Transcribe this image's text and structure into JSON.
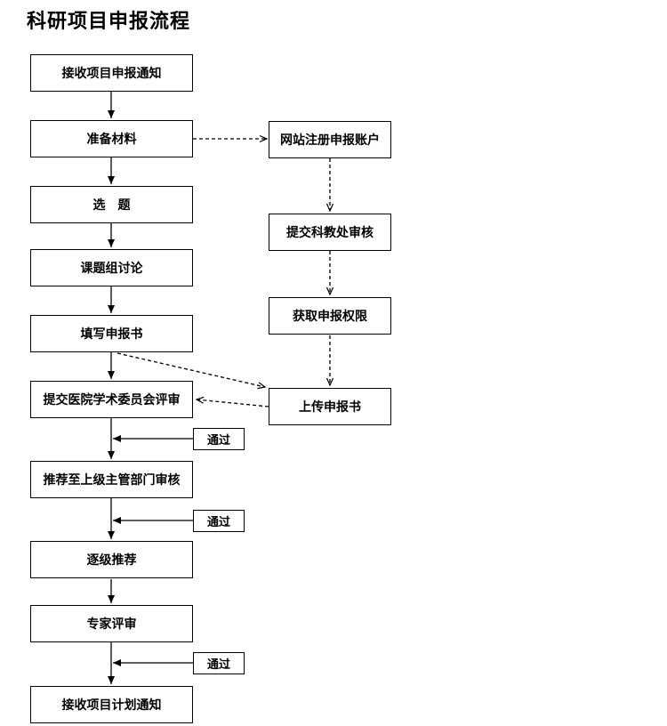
{
  "title": "科研项目申报流程",
  "flowchart": {
    "main_flow": [
      "接收项目申报通知",
      "准备材料",
      "选　题",
      "课题组讨论",
      "填写申报书",
      "提交医院学术委员会评审",
      "推荐至上级主管部门审核",
      "逐级推荐",
      "专家评审",
      "接收项目计划通知"
    ],
    "online_flow": [
      "网站注册申报账户",
      "提交科教处审核",
      "获取申报权限",
      "上传申报书"
    ],
    "pass_labels": [
      "通过",
      "通过",
      "通过"
    ],
    "colors": {
      "line": "#000000",
      "border": "#000000",
      "text": "#000000",
      "background": "#ffffff"
    }
  }
}
